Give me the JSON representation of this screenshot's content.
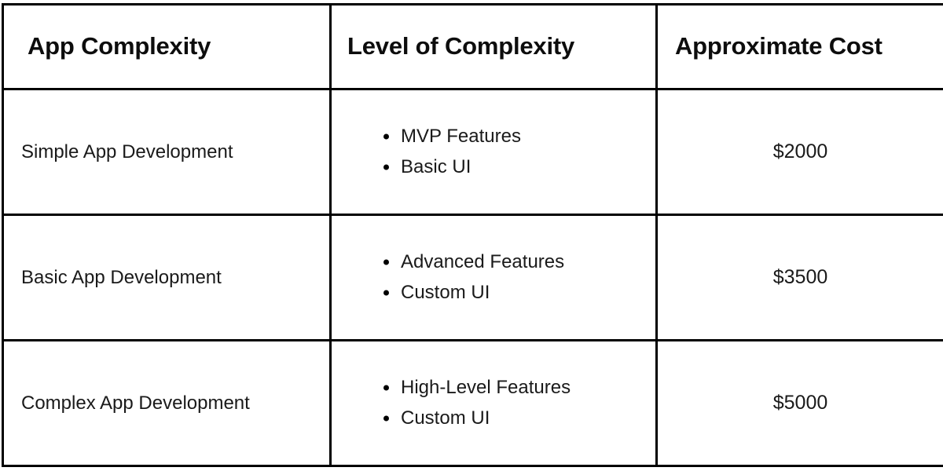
{
  "table": {
    "columns": [
      {
        "key": "complexity",
        "label": "App Complexity"
      },
      {
        "key": "level",
        "label": "Level of Complexity"
      },
      {
        "key": "cost",
        "label": "Approximate Cost"
      }
    ],
    "rows": [
      {
        "complexity": "Simple App Development",
        "features": [
          "MVP Features",
          "Basic UI"
        ],
        "cost": "$2000"
      },
      {
        "complexity": "Basic App Development",
        "features": [
          "Advanced Features",
          "Custom UI"
        ],
        "cost": "$3500"
      },
      {
        "complexity": "Complex App Development",
        "features": [
          "High-Level Features",
          "Custom UI"
        ],
        "cost": "$5000"
      }
    ]
  },
  "style": {
    "border_color": "#000000",
    "text_color": "#1a1a1a",
    "background": "#ffffff"
  }
}
